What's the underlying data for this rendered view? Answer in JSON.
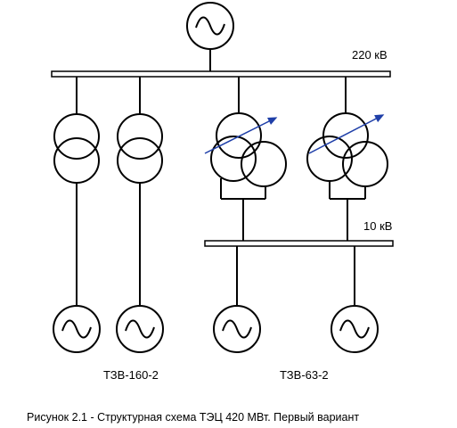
{
  "labels": {
    "bus_220": "220 кВ",
    "bus_10": "10 кВ",
    "gen_type_left": "ТЗВ-160-2",
    "gen_type_right": "ТЗВ-63-2",
    "caption": "Рисунок 2.1 - Структурная схема ТЭЦ 420 МВт. Первый вариант"
  },
  "symbols": {
    "generator": "sine-wave",
    "transformer_two_winding": "two-overlapping-circles",
    "transformer_three_winding_regulated": "three-overlapping-circles-with-arrow"
  },
  "colors": {
    "line": "#000000",
    "regulation_arrow": "#1f3fa8",
    "background": "#ffffff"
  }
}
